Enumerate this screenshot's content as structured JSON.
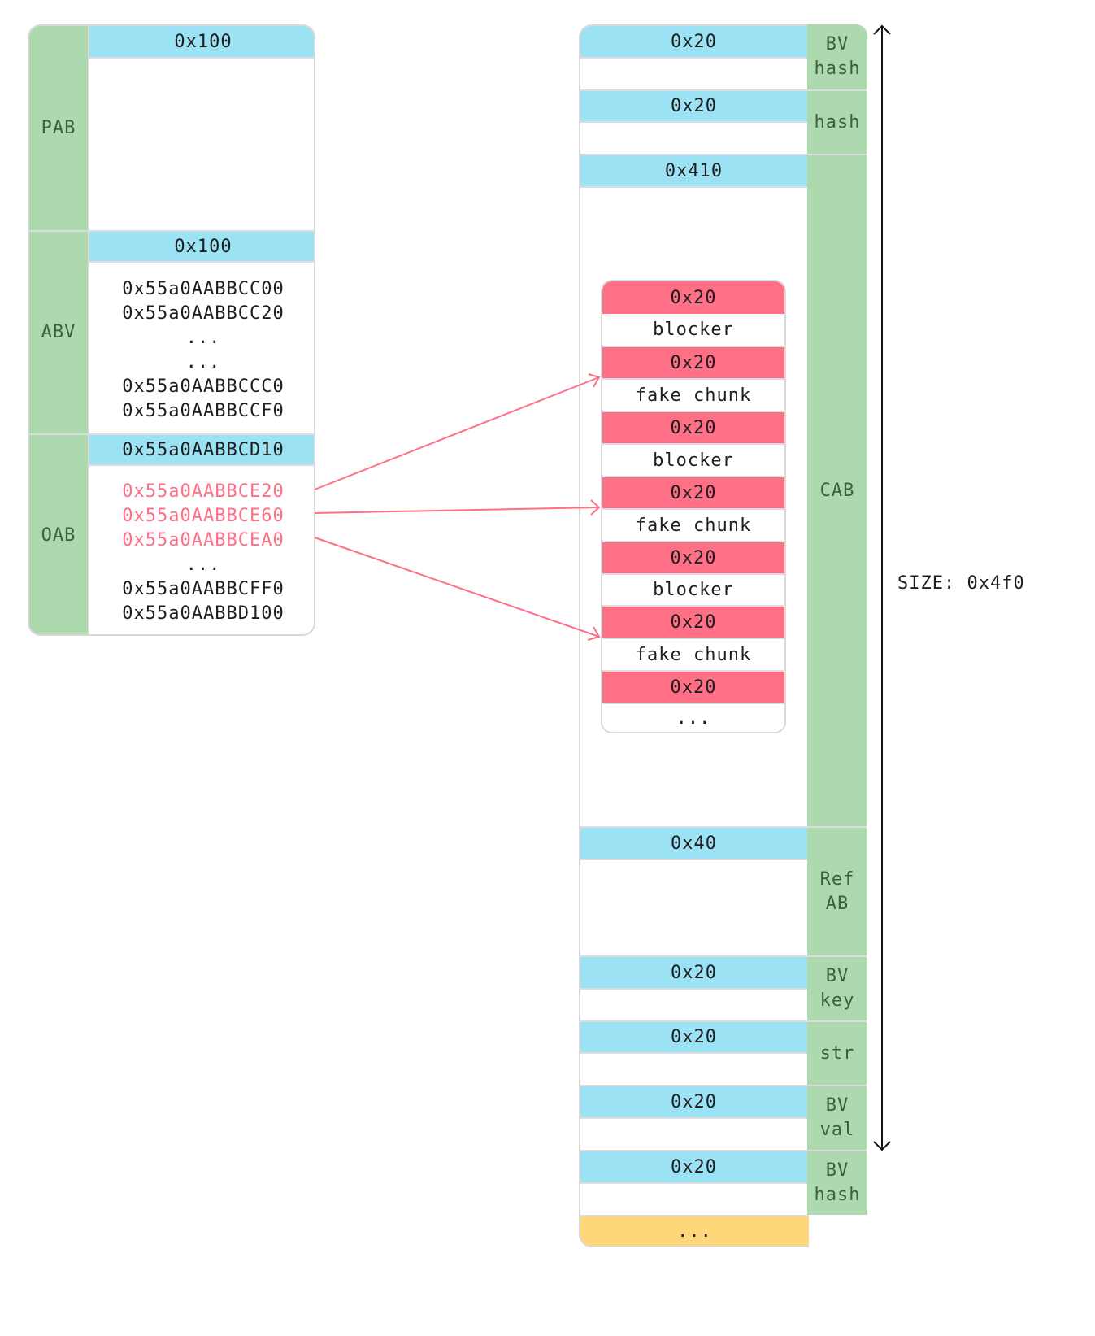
{
  "left_column": {
    "sections": [
      {
        "label": "PAB",
        "header": "0x100",
        "lines": []
      },
      {
        "label": "ABV",
        "header": "0x100",
        "lines": [
          "0x55a0AABBCC00",
          "0x55a0AABBCC20",
          "...",
          "...",
          "0x55a0AABBCCC0",
          "0x55a0AABBCCF0"
        ]
      },
      {
        "label": "OAB",
        "header": "0x55a0AABBCD10",
        "highlighted_lines": [
          "0x55a0AABBCE20",
          "0x55a0AABBCE60",
          "0x55a0AABBCEA0"
        ],
        "lines": [
          "...",
          "0x55a0AABBCFF0",
          "0x55a0AABBD100"
        ]
      }
    ]
  },
  "right_column": {
    "chunks": [
      {
        "header": "0x20",
        "label": "BV\nhash"
      },
      {
        "header": "0x20",
        "label": "hash"
      },
      {
        "header": "0x410",
        "label": "CAB"
      },
      {
        "header": "0x40",
        "label": "Ref\nAB"
      },
      {
        "header": "0x20",
        "label": "BV\nkey"
      },
      {
        "header": "0x20",
        "label": "str"
      },
      {
        "header": "0x20",
        "label": "BV\nval"
      },
      {
        "header": "0x20",
        "label": "BV\nhash"
      }
    ],
    "trailer": "...",
    "inner_chunks": [
      {
        "header": "0x20",
        "body": "blocker"
      },
      {
        "header": "0x20",
        "body": "fake chunk"
      },
      {
        "header": "0x20",
        "body": "blocker"
      },
      {
        "header": "0x20",
        "body": "fake chunk"
      },
      {
        "header": "0x20",
        "body": "blocker"
      },
      {
        "header": "0x20",
        "body": "fake chunk"
      },
      {
        "header": "0x20",
        "body": "..."
      }
    ]
  },
  "size_annotation": "SIZE: 0x4f0",
  "colors": {
    "label_bg": "#acd9ae",
    "header_bg": "#9be2f5",
    "inner_header_bg": "#ff6f86",
    "trailer_bg": "#fdd77a",
    "arrow": "#ff6f86"
  }
}
